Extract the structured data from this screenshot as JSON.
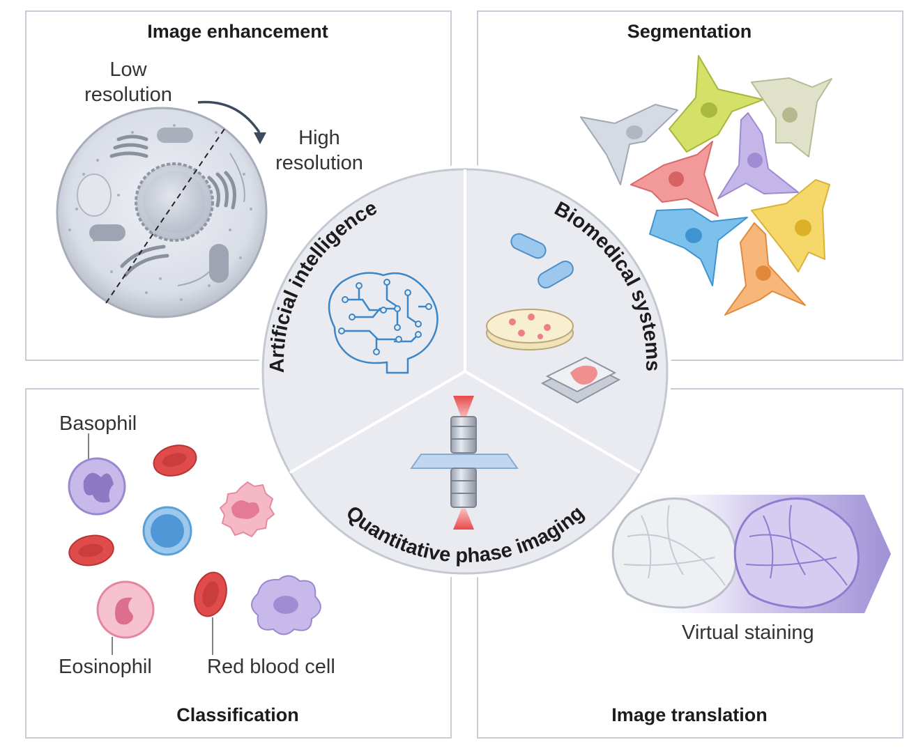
{
  "panels": {
    "image_enhancement": {
      "title": "Image enhancement",
      "low_res_line1": "Low",
      "low_res_line2": "resolution",
      "high_res_line1": "High",
      "high_res_line2": "resolution"
    },
    "segmentation": {
      "title": "Segmentation"
    },
    "classification": {
      "title": "Classification",
      "basophil": "Basophil",
      "eosinophil": "Eosinophil",
      "red_blood_cell": "Red blood cell"
    },
    "image_translation": {
      "title": "Image translation",
      "virtual_staining": "Virtual staining"
    }
  },
  "center": {
    "artificial_intelligence": "Artificial intelligence",
    "biomedical_systems": "Biomedical systems",
    "quantitative_phase_imaging": "Quantitative phase imaging"
  },
  "colors": {
    "panel_border": "#c9ccd6",
    "center_fill": "#e9ebf0",
    "ai_blue": "#3a86c8",
    "rbc_red": "#d94545",
    "stain_purple": "#9b8ad4",
    "cell_yellow_green": "#c9dc58",
    "cell_red": "#ee7f7f",
    "cell_blue": "#57a9e0",
    "cell_orange": "#f6a25a",
    "cell_purple": "#b8a5e3",
    "cell_yellow": "#f1cf4b",
    "cell_gray": "#bcc3d2"
  }
}
